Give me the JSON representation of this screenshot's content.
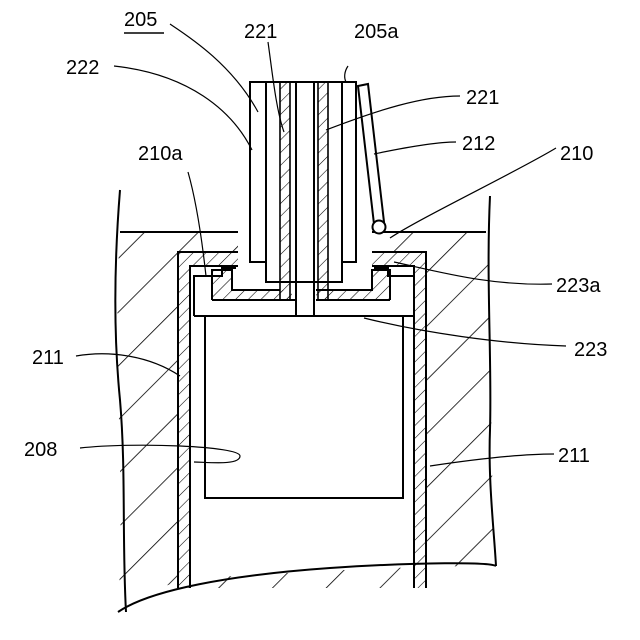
{
  "labels": {
    "l205": "205",
    "l221_top": "221",
    "l205a": "205a",
    "l222": "222",
    "l221_right": "221",
    "l212": "212",
    "l210a": "210a",
    "l210": "210",
    "l223a": "223a",
    "l223": "223",
    "l211_left": "211",
    "l208": "208",
    "l211_right": "211"
  }
}
